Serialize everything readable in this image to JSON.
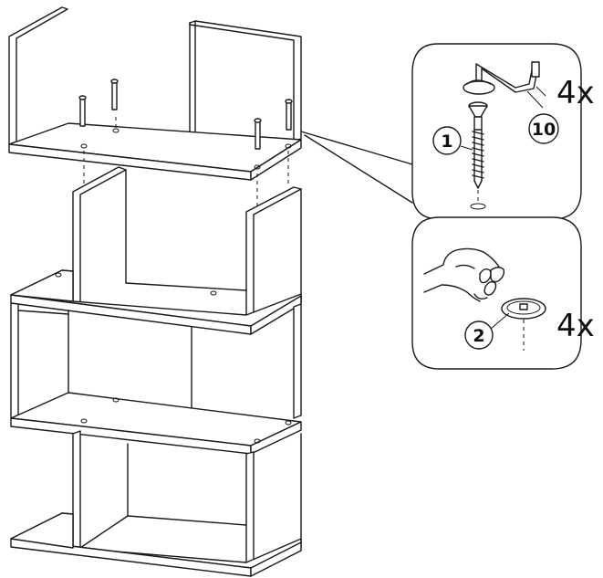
{
  "callouts": [
    {
      "id": "screw-detail",
      "quantity": "4x",
      "parts": [
        {
          "number": "1",
          "icon": "long-screw-icon"
        },
        {
          "number": "10",
          "icon": "allen-key-icon"
        }
      ]
    },
    {
      "id": "cap-detail",
      "quantity": "4x",
      "parts": [
        {
          "number": "2",
          "icon": "cover-cap-icon"
        }
      ]
    }
  ],
  "icons": [
    "hand-icon",
    "screw-icon",
    "allen-key-icon",
    "cover-cap-icon"
  ],
  "colors": {
    "line": "#1a1a1a",
    "background": "#ffffff"
  }
}
